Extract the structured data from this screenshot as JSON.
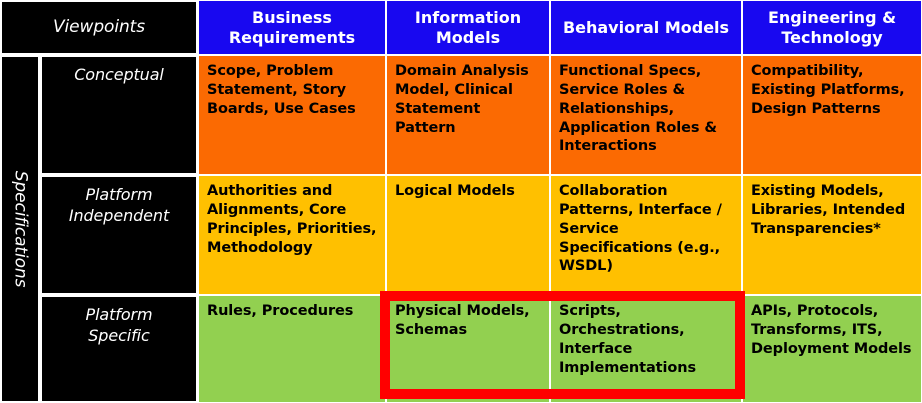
{
  "header": {
    "corner_label": "Viewpoints",
    "columns": [
      {
        "label": "Business\nRequirements"
      },
      {
        "label": "Information\nModels"
      },
      {
        "label": "Behavioral Models"
      },
      {
        "label": "Engineering &\nTechnology"
      }
    ]
  },
  "spine": {
    "label": "Specifications"
  },
  "rows": [
    {
      "label": "Conceptual",
      "tier": "conceptual",
      "cells": [
        "Scope, Problem Statement, Story Boards, Use Cases",
        "Domain Analysis Model, Clinical Statement Pattern",
        "Functional Specs, Service Roles & Relationships, Application Roles & Interactions",
        "Compatibility, Existing Platforms, Design Patterns"
      ]
    },
    {
      "label": "Platform\nIndependent",
      "tier": "independent",
      "cells": [
        "Authorities and Alignments, Core Principles, Priorities, Methodology",
        "Logical Models",
        "Collaboration Patterns, Interface / Service Specifications (e.g., WSDL)",
        "Existing Models, Libraries, Intended Transparencies*"
      ]
    },
    {
      "label": "Platform\nSpecific",
      "tier": "specific",
      "cells": [
        "Rules, Procedures",
        "Physical Models, Schemas",
        "Scripts, Orchestrations, Interface Implementations",
        "APIs, Protocols, Transforms, ITS, Deployment Models"
      ]
    }
  ],
  "highlight": {
    "color": "#ff0000",
    "covers": "Platform Specific / Information Models + Behavioral Models"
  },
  "colors": {
    "header_blue": "#1808f0",
    "label_black": "#000000",
    "conceptual_orange": "#fb6a02",
    "independent_amber": "#ffc000",
    "specific_green": "#92d050",
    "highlight_red": "#ff0000",
    "grid_white": "#ffffff"
  }
}
